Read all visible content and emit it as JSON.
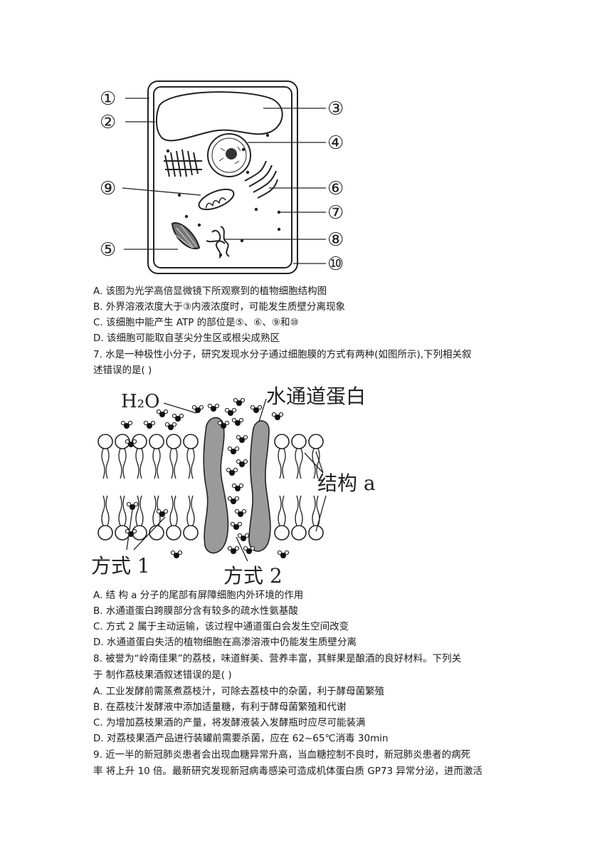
{
  "figure1": {
    "labels": [
      "①",
      "②",
      "③",
      "④",
      "⑤",
      "⑥",
      "⑦",
      "⑧",
      "⑨",
      "⑩"
    ]
  },
  "q6_options": [
    "A.  该图为光学高倍显微镜下所观察到的植物细胞结构图",
    "B.  外界溶液浓度大于③内液浓度时，可能发生质壁分离现象",
    "C.  该细胞中能产生  ATP  的部位是⑤、⑥、⑨和⑩",
    "D.  该细胞可能取自茎尖分生区或根尖成熟区"
  ],
  "q7": {
    "stem_line1": "7.  水是一种极性小分子，研究发现水分子通过细胞膜的方式有两种(如图所示),下列相关叙",
    "stem_line2": "述错误的是(    )",
    "figure": {
      "h2o": "H₂O",
      "channel": "水通道蛋白",
      "structure": "结构 a",
      "way1": "方式 1",
      "way2": "方式 2"
    },
    "options": [
      "A.  结  构 a  分子的尾部有屏障细胞内外环境的作用",
      "B.  水通道蛋白跨膜部分含有较多的疏水性氨基酸",
      "C.  方式 2 属于主动运输，该过程中通道蛋白会发生空间改变",
      "D.  水通道蛋白失活的植物细胞在高渗溶液中仍能发生质壁分离"
    ]
  },
  "q8": {
    "stem_line1": "8.  被誉为“岭南佳果”的荔枝，味道鲜美、营养丰富，其鲜果是酿酒的良好材料。下列关",
    "stem_line2": "于  制作荔枝果酒叙述错误的是(        )",
    "options": [
      "A.  工业发酵前需蒸煮荔枝汁，可除去荔枝中的杂菌，利于酵母菌繁殖",
      "B.  在荔枝汁发酵液中添加适量糖，有利于酵母菌繁殖和代谢",
      "C.  为增加荔枝果酒的产量，将发酵液装入发酵瓶时应尽可能装满",
      "D.  对荔枝果酒产品进行装罐前需要杀菌，应在 62~65℃消毒 30min"
    ]
  },
  "q9": {
    "line1": "9.  近一半的新冠肺炎患者会出现血糖异常升高，当血糖控制不良时，新冠肺炎患者的病死",
    "line2": "率  将上升 10 倍。最新研究发现新冠病毒感染可造成机体蛋白质 GP73  异常分泌，进而激活"
  }
}
